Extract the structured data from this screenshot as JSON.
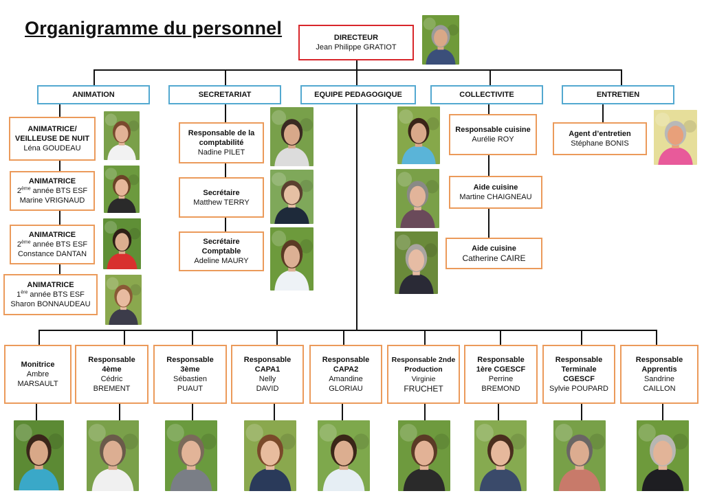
{
  "title": "Organigramme du personnel",
  "colors": {
    "director_border": "#d8252a",
    "department_border": "#52a8d0",
    "staff_border": "#eb9a5a",
    "connector": "#111111"
  },
  "director": {
    "role": "DIRECTEUR",
    "name": "Jean Philippe GRATIOT"
  },
  "departments": [
    {
      "id": "animation",
      "label": "ANIMATION"
    },
    {
      "id": "secretariat",
      "label": "SECRETARIAT"
    },
    {
      "id": "equipe",
      "label": "EQUIPE PEDAGOGIQUE"
    },
    {
      "id": "collectivite",
      "label": "COLLECTIVITE"
    },
    {
      "id": "entretien",
      "label": "ENTRETIEN"
    }
  ],
  "animation": [
    {
      "role": "ANIMATRICE/ VEILLEUSE DE NUIT",
      "name": "Léna GOUDEAU"
    },
    {
      "role": "ANIMATRICE",
      "detail_sup": "ème",
      "detail_num": "2",
      "detail_rest": " année BTS ESF",
      "name": "Marine VRIGNAUD"
    },
    {
      "role": "ANIMATRICE",
      "detail_sup": "ème",
      "detail_num": "2",
      "detail_rest": " année BTS ESF",
      "name": "Constance DANTAN"
    },
    {
      "role": "ANIMATRICE",
      "detail_sup": "ère",
      "detail_num": "1",
      "detail_rest": " année BTS ESF",
      "name": "Sharon BONNAUDEAU"
    }
  ],
  "secretariat": [
    {
      "role": "Responsable de la comptabilité",
      "name": "Nadine PILET"
    },
    {
      "role": "Secrétaire",
      "name": "Matthew TERRY"
    },
    {
      "role": "Secrétaire Comptable",
      "name": "Adeline MAURY"
    }
  ],
  "collectivite": [
    {
      "role": "Responsable cuisine",
      "name": "Aurélie ROY"
    },
    {
      "role": "Aide cuisine",
      "name": "Martine CHAIGNEAU"
    },
    {
      "role": "Aide cuisine",
      "name": "Catherine CAIRE"
    }
  ],
  "entretien": [
    {
      "role": "Agent d’entretien",
      "name": "Stéphane BONIS"
    }
  ],
  "pedagogique": [
    {
      "role": "Monitrice",
      "first": "Ambre",
      "last": "MARSAULT"
    },
    {
      "role": "Responsable 4ème",
      "first": "Cédric",
      "last": "BREMENT"
    },
    {
      "role": "Responsable 3ème",
      "first": "Sébastien",
      "last": "PUAUT"
    },
    {
      "role": "Responsable CAPA1",
      "first": "Nelly",
      "last": "DAVID"
    },
    {
      "role": "Responsable CAPA2",
      "first": "Amandine",
      "last": "GLORIAU"
    },
    {
      "role": "Responsable 2nde Production",
      "first": "Virginie",
      "last": "FRUCHET"
    },
    {
      "role": "Responsable 1ère CGESCF",
      "first": "Perrine",
      "last": "BREMOND"
    },
    {
      "role": "Responsable Terminale CGESCF",
      "first": "Sylvie POUPARD",
      "last": ""
    },
    {
      "role": "Responsable Apprentis",
      "first": "Sandrine",
      "last": "CAILLON"
    }
  ]
}
